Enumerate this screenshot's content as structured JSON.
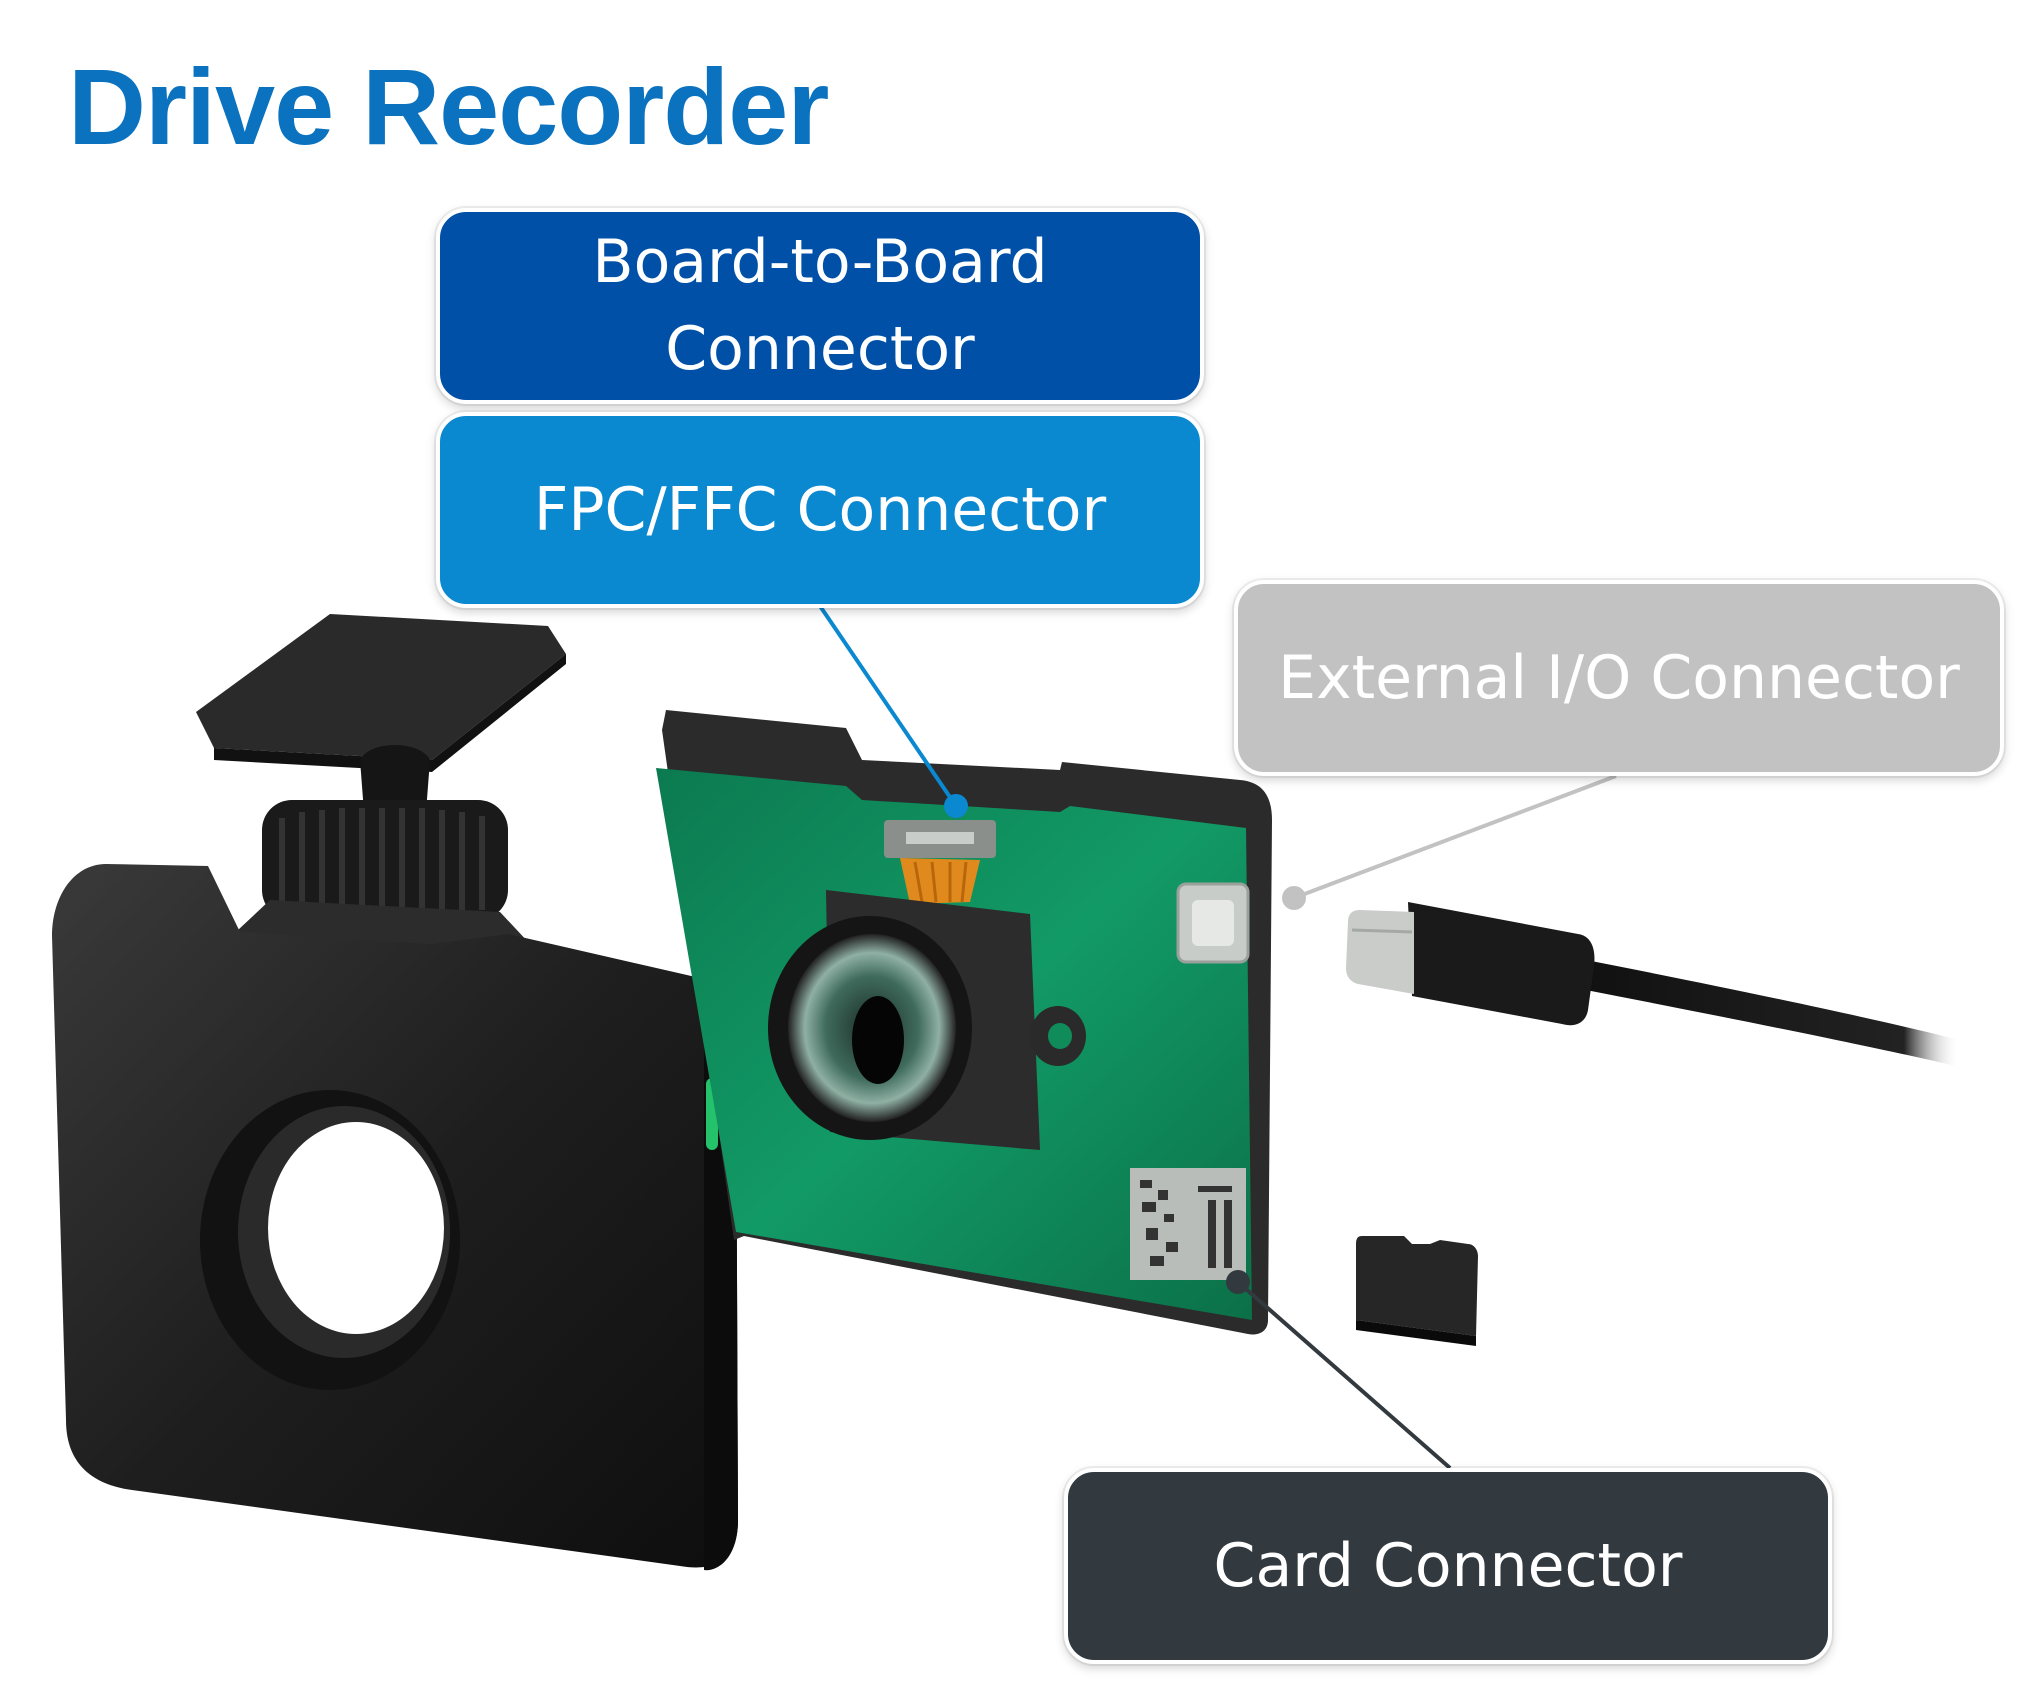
{
  "title": "Drive Recorder",
  "colors": {
    "title": "#0a72bf",
    "board_to_board": "#0050a8",
    "fpc_ffc": "#0a88d0",
    "external_io": "#c2c2c2",
    "card": "#323a40",
    "label_text_light": "#ffffff",
    "pcb_green": "#108c5c",
    "device_body": "#1c1c1c"
  },
  "labels": {
    "board_to_board": "Board-to-Board\nConnector",
    "fpc_ffc": "FPC/FFC Connector",
    "external_io": "External I/O Connector",
    "card": "Card Connector"
  },
  "icons": {
    "device": "dash-camera-body-icon",
    "board": "camera-module-pcb-icon",
    "cable": "usb-c-cable-icon",
    "card": "microsd-card-icon"
  }
}
